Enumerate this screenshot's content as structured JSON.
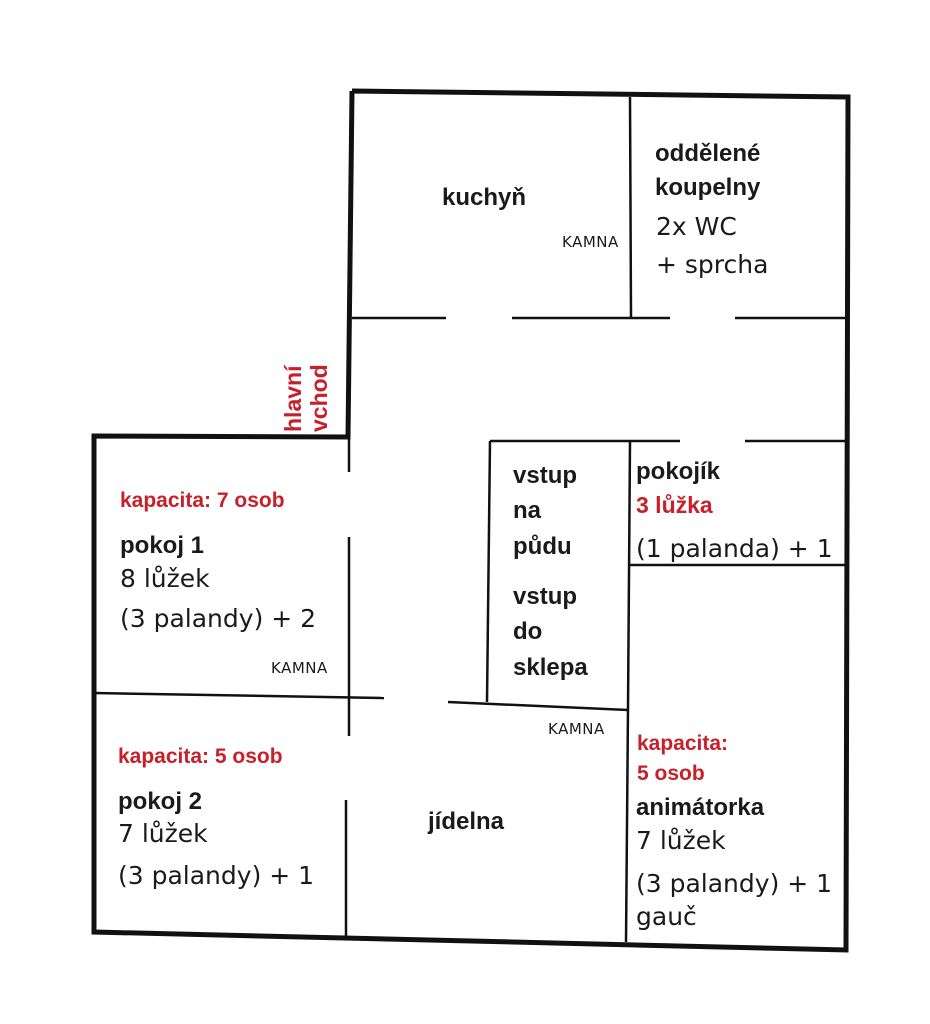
{
  "colors": {
    "wall": "#111111",
    "accent": "#c8202a"
  },
  "rooms": {
    "kitchen": {
      "name": "kuchyň",
      "stove": "KAMNA"
    },
    "bathrooms": {
      "name_line1": "oddělené",
      "name_line2": "koupelny",
      "detail_line1": "2x WC",
      "detail_line2": "+ sprcha"
    },
    "entrance": {
      "line1": "hlavní",
      "line2": "vchod"
    },
    "room1": {
      "capacity": "kapacita: 7 osob",
      "name": "pokoj 1",
      "beds": "8 lůžek",
      "detail": "(3 palandy) + 2",
      "stove": "KAMNA"
    },
    "attic_entry": {
      "line1": "vstup",
      "line2": "na",
      "line3": "půdu"
    },
    "cellar_entry": {
      "line1": "vstup",
      "line2": "do",
      "line3": "sklepa"
    },
    "small_room": {
      "name": "pokojík",
      "beds": "3 lůžka",
      "detail": "(1 palanda) + 1"
    },
    "hall": {
      "stove": "KAMNA"
    },
    "room2": {
      "capacity": "kapacita: 5 osob",
      "name": "pokoj 2",
      "beds": "7 lůžek",
      "detail": "(3 palandy) + 1"
    },
    "dining": {
      "name": "jídelna"
    },
    "animators": {
      "capacity_line1": "kapacita:",
      "capacity_line2": "5 osob",
      "name": "animátorka",
      "beds": "7 lůžek",
      "detail": "(3 palandy) + 1",
      "extra": "gauč"
    }
  }
}
